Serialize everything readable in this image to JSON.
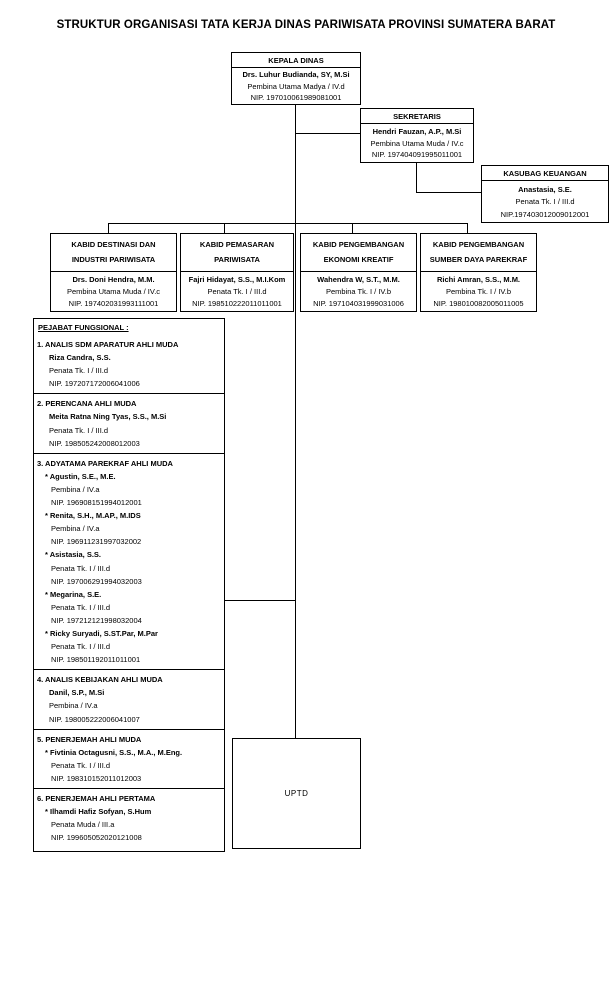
{
  "title": "STRUKTUR ORGANISASI TATA KERJA DINAS PARIWISATA PROVINSI SUMATERA BARAT",
  "kepala_dinas": {
    "title": "KEPALA DINAS",
    "name": "Drs. Luhur Budianda, SY, M.Si",
    "rank": "Pembina Utama Madya / IV.d",
    "nip": "NIP. 197010061989081001"
  },
  "sekretaris": {
    "title": "SEKRETARIS",
    "name": "Hendri Fauzan, A.P., M.Si",
    "rank": "Pembina Utama Muda / IV.c",
    "nip": "NIP. 197404091995011001"
  },
  "kasubag_keuangan": {
    "title": "KASUBAG KEUANGAN",
    "name": "Anastasia, S.E.",
    "rank": "Penata Tk. I / III.d",
    "nip": "NIP.197403012009012001"
  },
  "kabid": [
    {
      "title1": "KABID DESTINASI DAN",
      "title2": "INDUSTRI PARIWISATA",
      "name": "Drs. Doni Hendra, M.M.",
      "rank": "Pembina Utama Muda / IV.c",
      "nip": "NIP. 197402031993111001"
    },
    {
      "title1": "KABID PEMASARAN",
      "title2": "PARIWISATA",
      "name": "Fajri Hidayat, S.S., M.I.Kom",
      "rank": "Penata Tk. I / III.d",
      "nip": "NIP. 198510222011011001"
    },
    {
      "title1": "KABID PENGEMBANGAN",
      "title2": "EKONOMI KREATIF",
      "name": "Wahendra W, S.T., M.M.",
      "rank": "Pembina Tk. I / IV.b",
      "nip": "NIP. 197104031999031006"
    },
    {
      "title1": "KABID PENGEMBANGAN",
      "title2": "SUMBER DAYA PAREKRAF",
      "name": "Richi Amran, S.S., M.M.",
      "rank": "Pembina Tk. I / IV.b",
      "nip": "NIP. 198010082005011005"
    }
  ],
  "functional": {
    "header": "PEJABAT FUNGSIONAL :",
    "sections": [
      {
        "title": "1. ANALIS SDM APARATUR AHLI MUDA",
        "members": [
          {
            "name": "Riza Candra, S.S.",
            "rank": "Penata Tk. I / III.d",
            "nip": "NIP. 197207172006041006"
          }
        ]
      },
      {
        "title": "2. PERENCANA AHLI MUDA",
        "members": [
          {
            "name": "Meita Ratna Ning Tyas, S.S., M.Si",
            "rank": "Penata Tk. I / III.d",
            "nip": "NIP. 198505242008012003"
          }
        ]
      },
      {
        "title": "3. ADYATAMA PAREKRAF AHLI MUDA",
        "members": [
          {
            "name": "* Agustin, S.E., M.E.",
            "rank": "Pembina / IV.a",
            "nip": "NIP. 196908151994012001"
          },
          {
            "name": "* Renita, S.H., M.AP., M.IDS",
            "rank": "Pembina / IV.a",
            "nip": "NIP. 196911231997032002"
          },
          {
            "name": "* Asistasia, S.S.",
            "rank": "Penata Tk. I / III.d",
            "nip": "NIP. 197006291994032003"
          },
          {
            "name": "* Megarina, S.E.",
            "rank": "Penata Tk. I / III.d",
            "nip": "NIP. 197212121998032004"
          },
          {
            "name": "* Ricky Suryadi, S.ST.Par, M.Par",
            "rank": "Penata Tk. I / III.d",
            "nip": "NIP. 198501192011011001"
          }
        ]
      },
      {
        "title": "4. ANALIS KEBIJAKAN AHLI MUDA",
        "members": [
          {
            "name": "Danil, S.P., M.Si",
            "rank": "Pembina / IV.a",
            "nip": "NIP. 198005222006041007"
          }
        ]
      },
      {
        "title": "5. PENERJEMAH AHLI MUDA",
        "members": [
          {
            "name": "* Fivtinia Octagusni, S.S., M.A., M.Eng.",
            "rank": "Penata Tk. I / III.d",
            "nip": "NIP. 198310152011012003"
          }
        ]
      },
      {
        "title": "6. PENERJEMAH AHLI PERTAMA",
        "members": [
          {
            "name": "* Ilhamdi Hafiz Sofyan, S.Hum",
            "rank": "Penata Muda / III.a",
            "nip": "NIP. 199605052020121008"
          }
        ]
      }
    ]
  },
  "uptd": {
    "label": "UPTD"
  },
  "colors": {
    "background": "#ffffff",
    "line": "#000000",
    "border": "#000000",
    "text": "#000000"
  }
}
